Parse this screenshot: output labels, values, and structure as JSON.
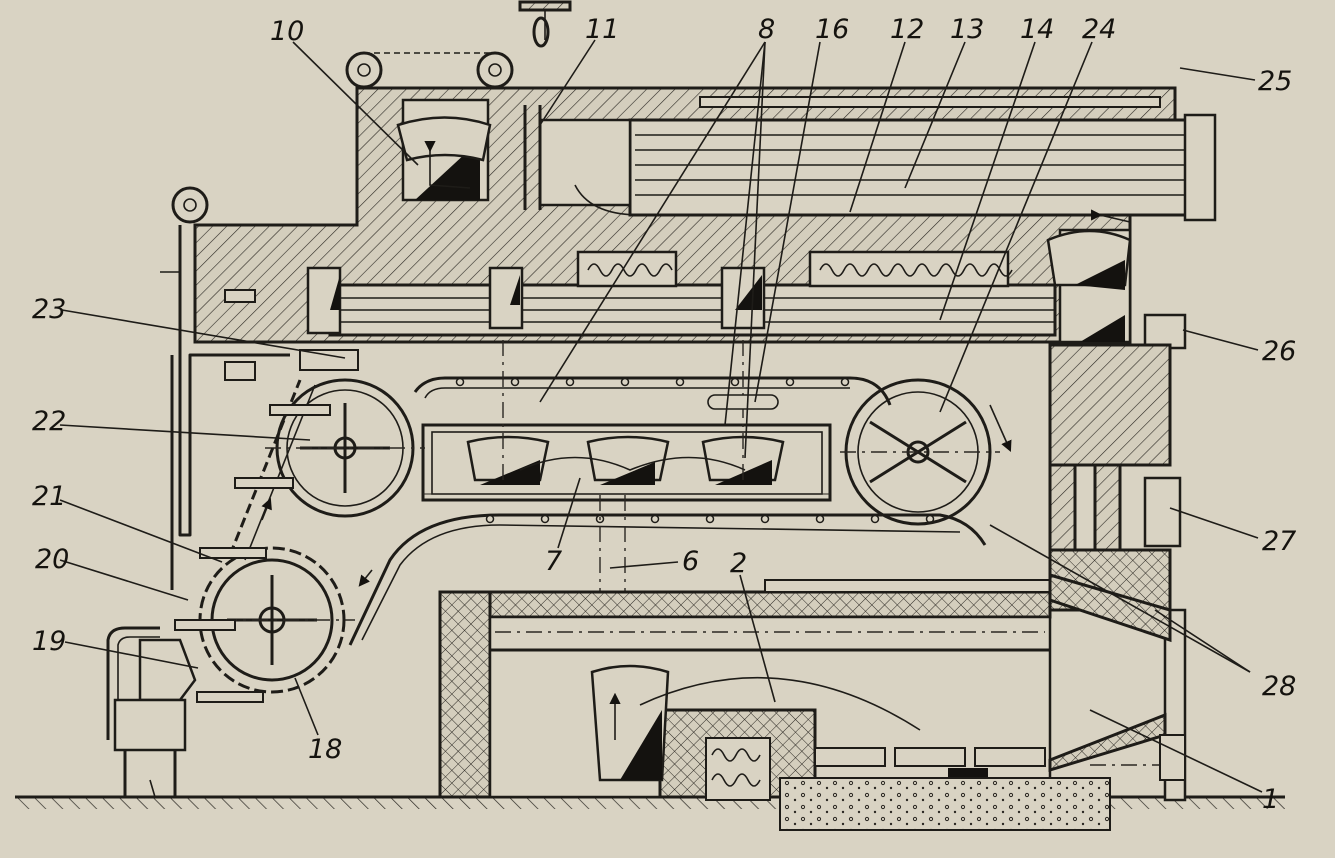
{
  "diagram": {
    "callouts": [
      {
        "id": "c1",
        "label": "1"
      },
      {
        "id": "c2",
        "label": "2"
      },
      {
        "id": "c6",
        "label": "6"
      },
      {
        "id": "c7",
        "label": "7"
      },
      {
        "id": "c8",
        "label": "8"
      },
      {
        "id": "c10",
        "label": "10"
      },
      {
        "id": "c11",
        "label": "11"
      },
      {
        "id": "c12",
        "label": "12"
      },
      {
        "id": "c13",
        "label": "13"
      },
      {
        "id": "c14",
        "label": "14"
      },
      {
        "id": "c16",
        "label": "16"
      },
      {
        "id": "c18",
        "label": "18"
      },
      {
        "id": "c19",
        "label": "19"
      },
      {
        "id": "c20",
        "label": "20"
      },
      {
        "id": "c21",
        "label": "21"
      },
      {
        "id": "c22",
        "label": "22"
      },
      {
        "id": "c23",
        "label": "23"
      },
      {
        "id": "c24",
        "label": "24"
      },
      {
        "id": "c25",
        "label": "25"
      },
      {
        "id": "c26",
        "label": "26"
      },
      {
        "id": "c27",
        "label": "27"
      },
      {
        "id": "c28",
        "label": "28"
      }
    ]
  }
}
